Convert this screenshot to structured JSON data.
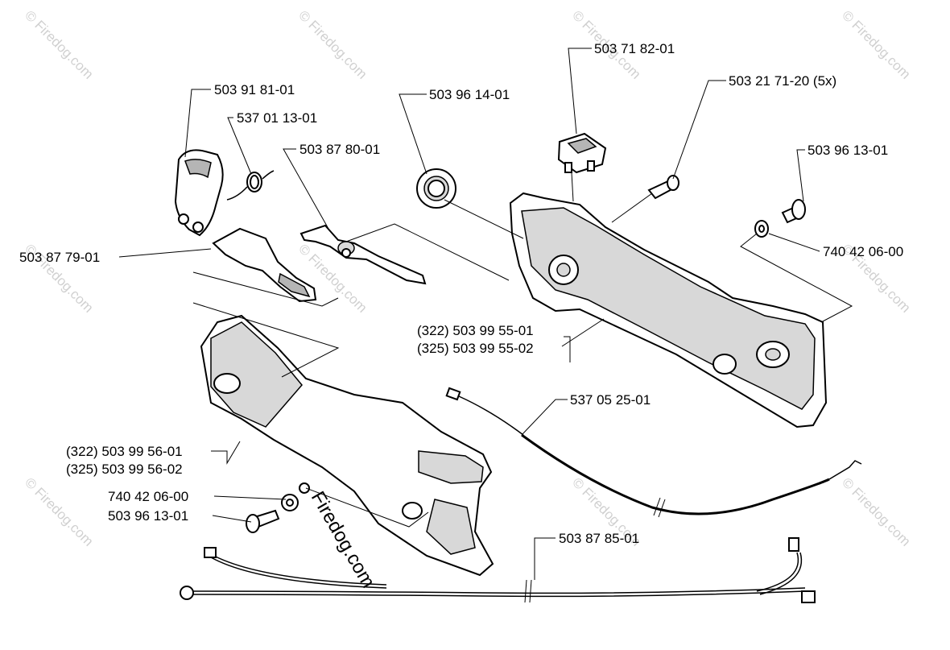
{
  "watermark": {
    "tile_text": "© Firedog.com",
    "center_text": "Firedog.com"
  },
  "labels": {
    "l1": "503 91 81-01",
    "l2": "537 01 13-01",
    "l3": "503 87 80-01",
    "l4": "503 96 14-01",
    "l5": "503 71 82-01",
    "l6": "503 21 71-20 (5x)",
    "l7": "503 96 13-01",
    "l8": "740 42 06-00",
    "l9": "503 87 79-01",
    "l10a": "(322) 503 99 55-01",
    "l10b": "(325) 503 99 55-02",
    "l11": "537 05 25-01",
    "l12a": "(322) 503 99 56-01",
    "l12b": "(325) 503 99 56-02",
    "l13": "740 42 06-00",
    "l14": "503 96 13-01",
    "l15": "503 87 85-01"
  }
}
